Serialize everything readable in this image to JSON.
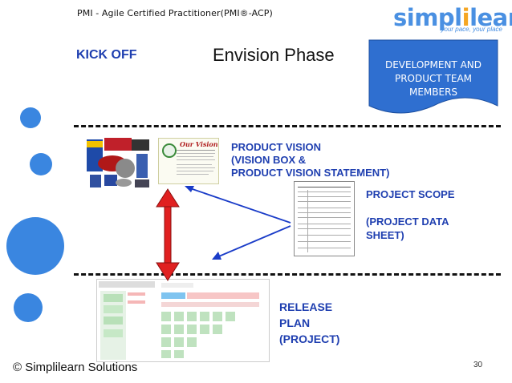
{
  "header": {
    "course_title": "PMI - Agile Certified Practitioner(PMI®-ACP)",
    "logo_text_main": "simpl",
    "logo_text_accent": "i",
    "logo_text_end": "learn",
    "logo_tagline": "your pace, your place"
  },
  "slide": {
    "kickoff": "KICK OFF",
    "title": "Envision Phase",
    "team_badge": "DEVELOPMENT AND PRODUCT TEAM MEMBERS",
    "product_vision": "PRODUCT VISION\n(VISION BOX &\nPRODUCT VISION STATEMENT)",
    "project_scope": "PROJECT SCOPE\n\n(PROJECT DATA\nSHEET)",
    "release_plan": "RELEASE\nPLAN\n(PROJECT)",
    "vision_card_heading": "Our Vision"
  },
  "footer": {
    "copyright": "© Simplilearn Solutions",
    "page_number": "30"
  },
  "colors": {
    "accent_blue": "#1f3fb0",
    "badge_blue": "#2f6fd0",
    "arrow_red": "#e02020",
    "arrow_blue": "#1a3cc8",
    "circle_blue": "#3a86e0"
  },
  "icons": [
    "vision-box-image",
    "vision-card-image",
    "project-data-sheet-image",
    "release-plan-image"
  ]
}
